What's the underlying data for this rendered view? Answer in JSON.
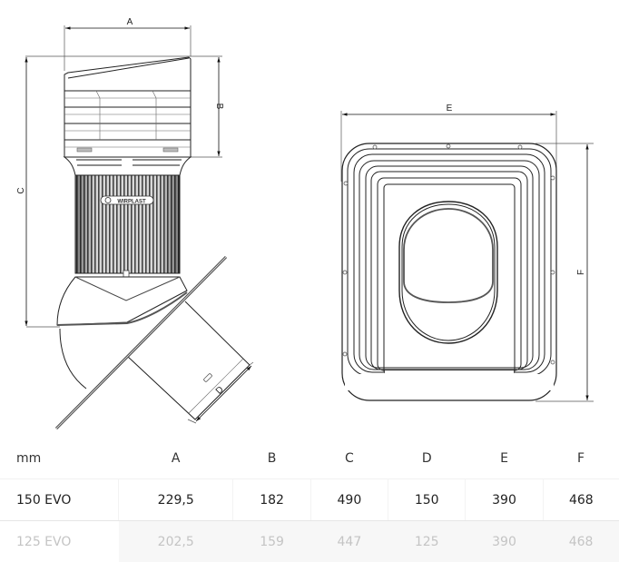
{
  "drawing": {
    "dimension_labels": {
      "a": "A",
      "b": "B",
      "c": "C",
      "d": "D",
      "e": "E",
      "f": "F"
    },
    "brand_logo_text": "WIRPLAST"
  },
  "table": {
    "unit_label": "mm",
    "columns": [
      "A",
      "B",
      "C",
      "D",
      "E",
      "F"
    ],
    "rows": [
      {
        "model": "150 EVO",
        "values": [
          "229,5",
          "182",
          "490",
          "150",
          "390",
          "468"
        ],
        "state": "active"
      },
      {
        "model": "125 EVO",
        "values": [
          "202,5",
          "159",
          "447",
          "125",
          "390",
          "468"
        ],
        "state": "inactive"
      }
    ]
  }
}
